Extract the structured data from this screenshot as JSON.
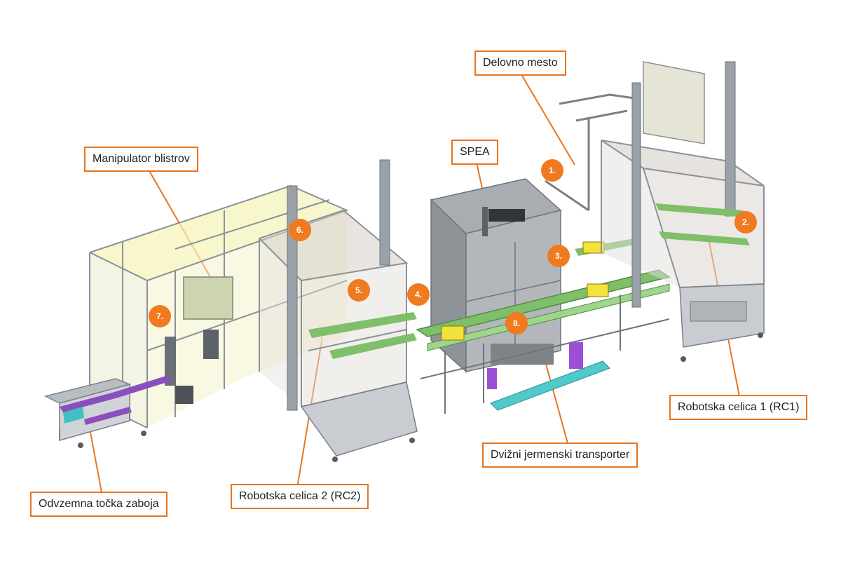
{
  "labels": {
    "delovno_mesto": "Delovno mesto",
    "manipulator_blistrov": "Manipulator blistrov",
    "spea": "SPEA",
    "robotska_celica_1": "Robotska celica 1 (RC1)",
    "robotska_celica_2": "Robotska celica 2 (RC2)",
    "dvizni_jermenski_transporter": "Dvižni jermenski transporter",
    "odvzemna_tocka_zaboja": "Odvzemna točka zaboja"
  },
  "markers": [
    "1.",
    "2.",
    "3.",
    "4.",
    "5.",
    "6.",
    "7.",
    "8."
  ],
  "colors": {
    "accent": "#e8741f",
    "marker_fill": "#f07a1f",
    "frame": "#8a9199",
    "glass_yellow": "#f4f2b8",
    "glass_grey": "#d8d5d0",
    "conveyor_green": "#7fbf6a",
    "purple": "#8a4fbf",
    "teal": "#3fc1c1"
  }
}
